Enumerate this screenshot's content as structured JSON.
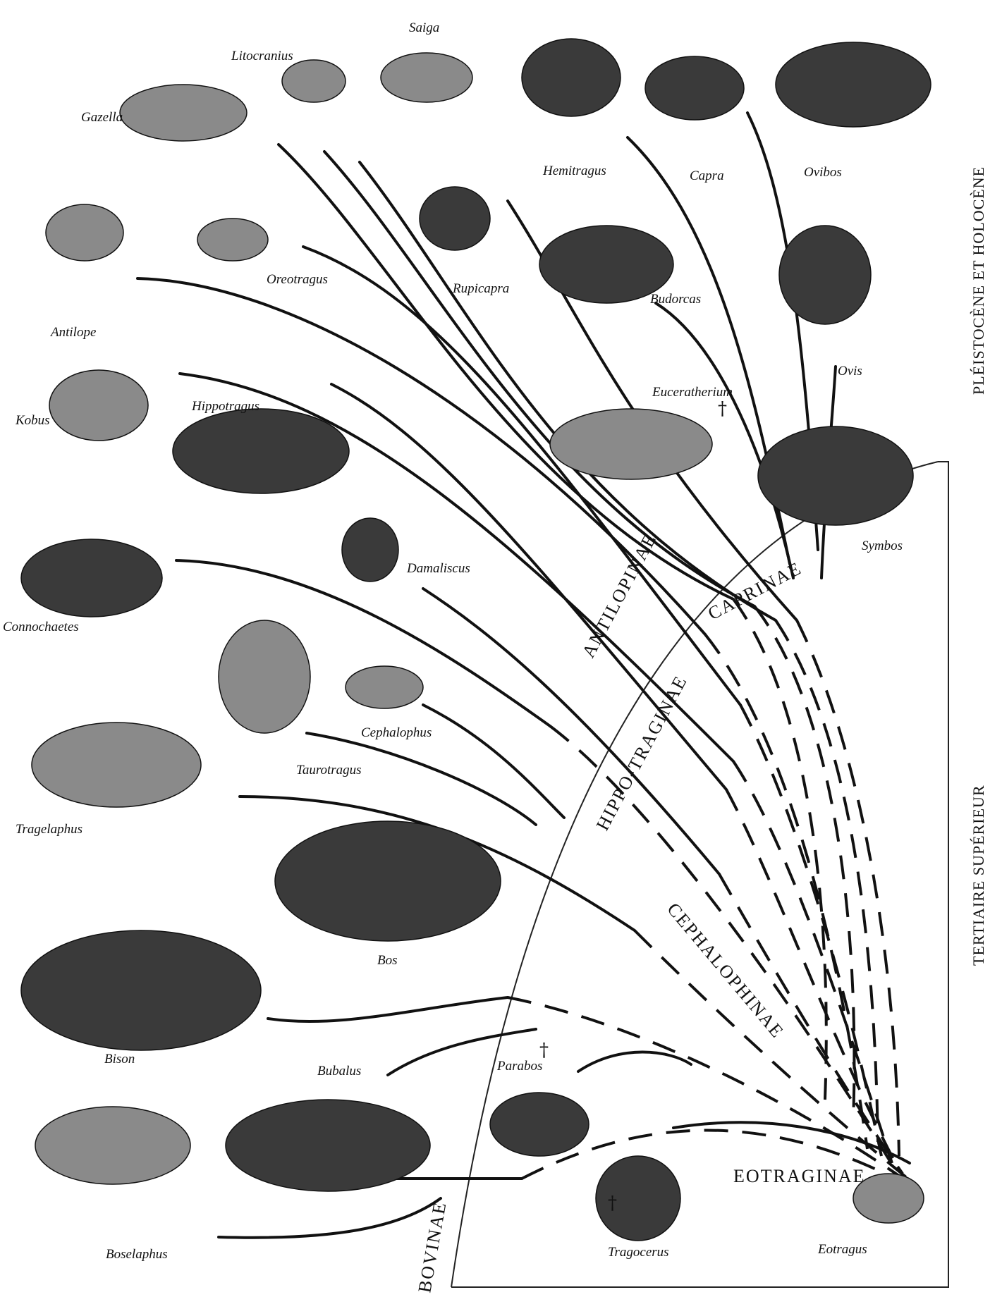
{
  "taxa": {
    "gazella": "Gazella",
    "litocranius": "Litocranius",
    "saiga": "Saiga",
    "hemitragus": "Hemitragus",
    "capra": "Capra",
    "ovibos": "Ovibos",
    "antilope": "Antilope",
    "oreotragus": "Oreotragus",
    "rupicapra": "Rupicapra",
    "budorcas": "Budorcas",
    "ovis": "Ovis",
    "kobus": "Kobus",
    "hippotragus": "Hippotragus",
    "euceratherium": "Euceratherium",
    "symbos": "Symbos",
    "connochaetes": "Connochaetes",
    "damaliscus": "Damaliscus",
    "cephalophus": "Cephalophus",
    "taurotragus": "Taurotragus",
    "tragelaphus": "Tragelaphus",
    "bos": "Bos",
    "bison": "Bison",
    "bubalus": "Bubalus",
    "parabos": "Parabos",
    "boselaphus": "Boselaphus",
    "tragocerus": "Tragocerus",
    "eotragus": "Eotragus"
  },
  "clades": {
    "antilopinae": "ANTILOPINAE",
    "caprinae": "CAPRINAE",
    "hippotraginae": "HIPPO-TRAGINAE",
    "cephalophinae": "CEPHALOPHINAE",
    "bovinae": "BOVINAE",
    "eotraginae": "EOTRAGINAE"
  },
  "eras": {
    "upper": "PLÉISTOCÈNE ET HOLOCÈNE",
    "lower": "TERTIAIRE SUPÉRIEUR"
  },
  "extinct_mark": "†"
}
